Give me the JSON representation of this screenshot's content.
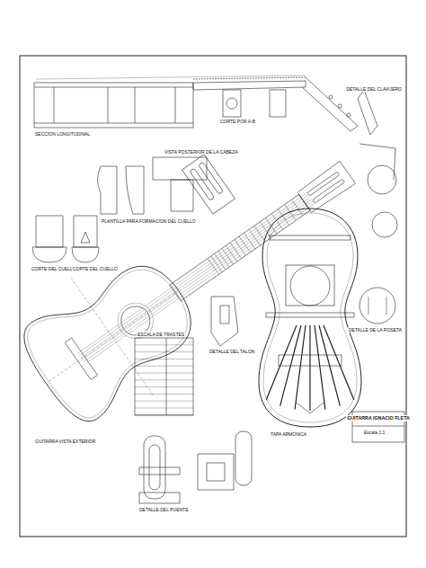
{
  "diagram": {
    "title": "GUITARRA IGNACIO FLETA",
    "labels": [
      "SECCION LONGITUDINAL",
      "VISTA POSTERIOR DE LA CABEZA",
      "PLANTILLA PARA FORMACION DEL CUELLO",
      "CORTE DEL CUELLO",
      "CORTE DEL CUELLO",
      "GUITARRA VISTA EXTERIOR",
      "TAPA ARMONICA",
      "DETALLE DEL PUENTE",
      "ESCALA DE TRASTES",
      "DETALLE DEL TALON",
      "DETALLE DE LA ROSETA",
      "Escala 1:1",
      "CORTE POR A-B",
      "DETALLE DEL CLAVIJERO"
    ]
  }
}
